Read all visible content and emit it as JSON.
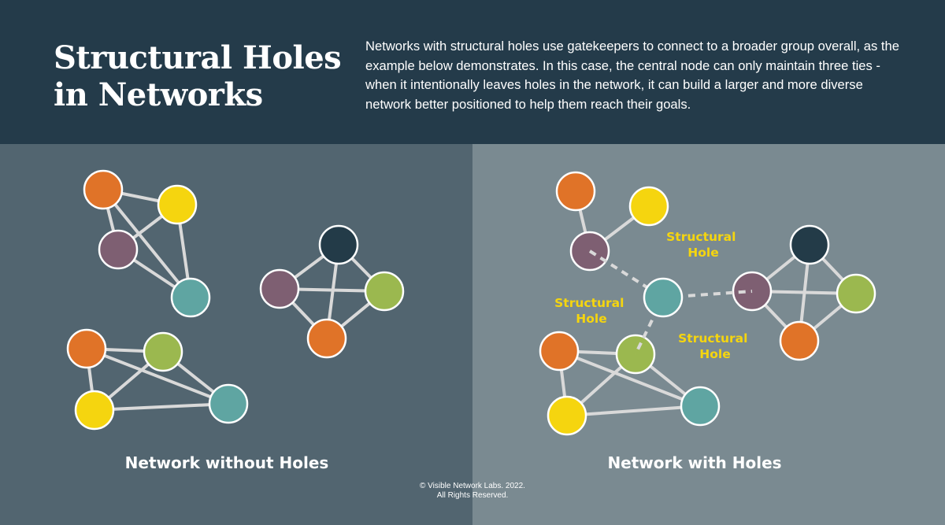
{
  "header": {
    "title_line1": "Structural Holes",
    "title_line2": "in Networks",
    "description": "Networks with structural holes use gatekeepers to connect to a broader group overall, as the example below demonstrates. In this case, the central node can only maintain three ties - when it intentionally leaves holes in the network, it can build a larger and more diverse network better positioned to help them reach their goals."
  },
  "left_panel": {
    "caption": "Network without Holes"
  },
  "right_panel": {
    "caption": "Network with Holes",
    "hole_labels": [
      {
        "line1": "Structural",
        "line2": "Hole"
      },
      {
        "line1": "Structural",
        "line2": "Hole"
      },
      {
        "line1": "Structural",
        "line2": "Hole"
      }
    ]
  },
  "footer": {
    "copyright_line1": "© Visible Network Labs. 2022.",
    "copyright_line2": "All Rights Reserved."
  },
  "colors": {
    "header_bg": "#243b4a",
    "left_panel_bg": "#526570",
    "right_panel_bg": "#7a8a91",
    "orange": "#e07328",
    "yellow": "#f5d50f",
    "mauve": "#7e5f72",
    "teal": "#5fa5a2",
    "navy": "#233b48",
    "olive": "#9bb84f",
    "edge": "#d9d9d9",
    "hole_label": "#f5d50f"
  }
}
